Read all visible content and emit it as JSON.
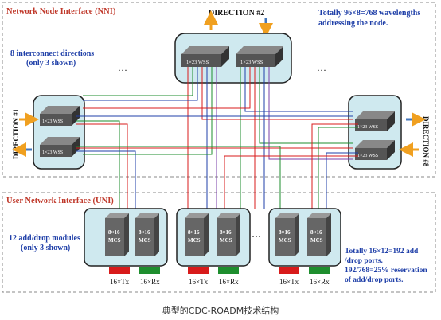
{
  "nni": {
    "title": "Network Node Interface (NNI)",
    "directions_note_line1": "8 interconnect directions",
    "directions_note_line2": "(only 3 shown)",
    "totals_line1": "Totally 96×8=768 wavelengths",
    "totals_line2": "addressing the node.",
    "dir_top": "DIRECTION #2",
    "dir_left": "DIRECTION #1",
    "dir_right": "DIRECTION #8",
    "wss_label": "1×23 WSS",
    "ellipsis": "···"
  },
  "uni": {
    "title": "User Network Interface  (UNI)",
    "modules_line1": "12 add/drop modules",
    "modules_line2": "(only 3 shown)",
    "totals_line1": "Totally  16×12=192  add",
    "totals_line2": "/drop ports.",
    "totals_line3": "192/768=25% reservation",
    "totals_line4": "of add/drop ports.",
    "mcs_label_line1": "8×16",
    "mcs_label_line2": "MCS",
    "tx_label": "16×Tx",
    "rx_label": "16×Rx",
    "ellipsis": "···"
  },
  "caption": "典型的CDC-ROADM技术结构",
  "colors": {
    "title_red": "#c0392b",
    "note_blue": "#1f3fa8",
    "node_fill": "#cfe9ef",
    "wss_dark": "#555555",
    "tx_red": "#d81b1b",
    "rx_green": "#1e8e2e"
  }
}
